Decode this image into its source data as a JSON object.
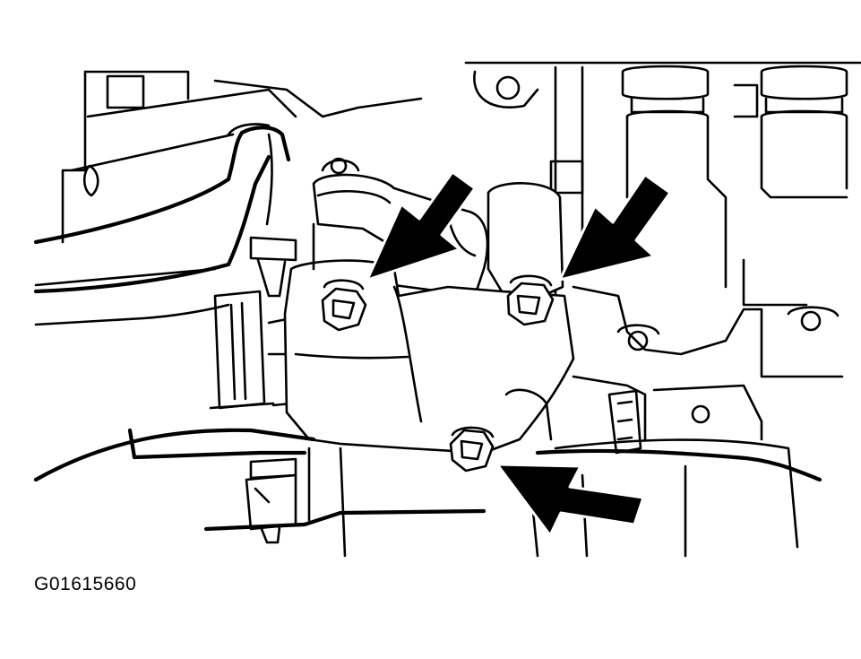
{
  "figure": {
    "id_label": "G01615660",
    "arrows": [
      {
        "name": "arrow-left-bolt",
        "target": "left-bolt"
      },
      {
        "name": "arrow-right-bolt",
        "target": "right-bolt"
      },
      {
        "name": "arrow-bottom-bolt",
        "target": "bottom-bolt"
      }
    ],
    "colors": {
      "ink": "#000000",
      "paper": "#ffffff"
    }
  }
}
